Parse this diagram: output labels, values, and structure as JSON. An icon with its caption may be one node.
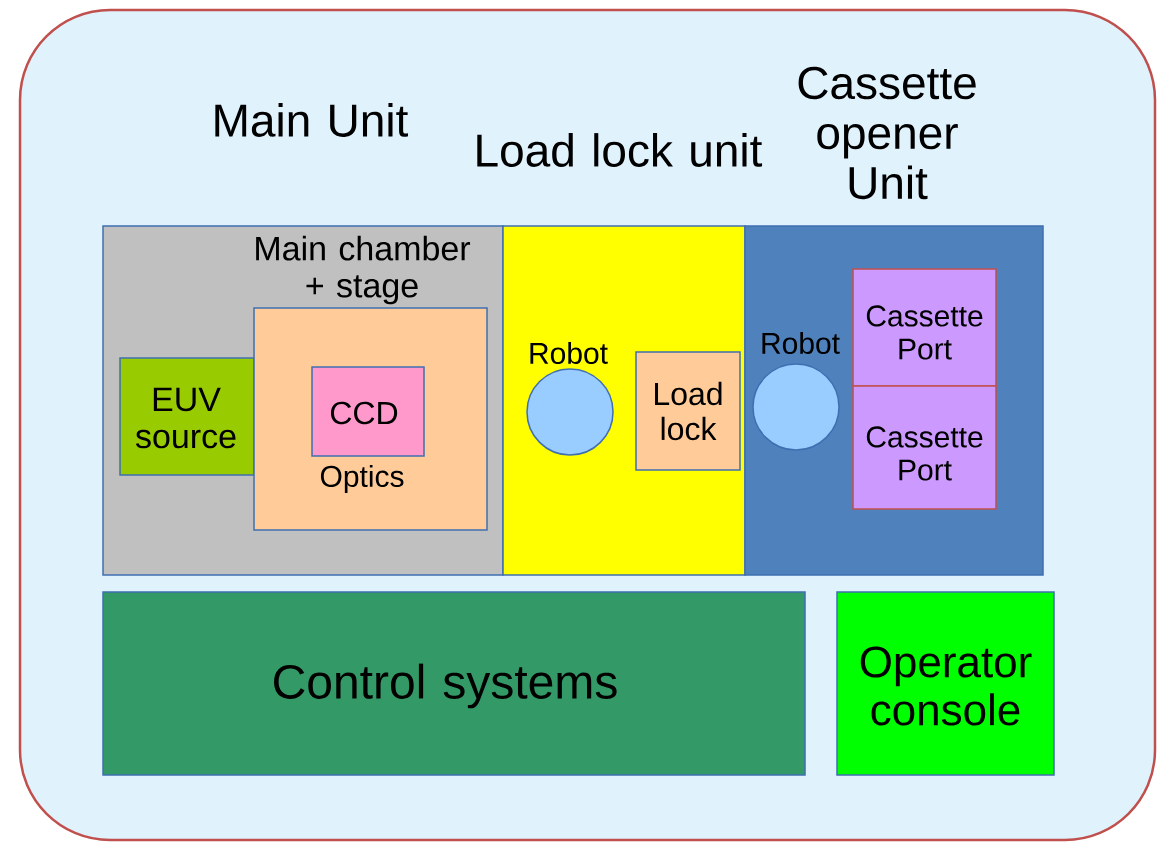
{
  "diagram": {
    "nodes": [
      {
        "text": [],
        "shape": "box"
      },
      {
        "text": [
          "Main  Unit"
        ],
        "in": 0
      },
      {
        "text": [
          "EUV source"
        ],
        "in": 1
      },
      {
        "text": [
          "Main chamber + stage",
          "Optics"
        ],
        "in": 1
      },
      {
        "text": [
          "CCD"
        ],
        "in": 3
      },
      {
        "text": [
          "Load lock unit"
        ],
        "in": 0
      },
      {
        "text": [],
        "shape": "circle",
        "beside": [
          "Robot"
        ],
        "in": 5
      },
      {
        "text": [
          "Load lock"
        ],
        "in": 5
      },
      {
        "text": [
          "Cassette opener Unit"
        ],
        "in": 0
      },
      {
        "text": [],
        "shape": "circle",
        "beside": [
          "Robot"
        ],
        "in": 8
      },
      {
        "text": [
          "Cassette Port"
        ],
        "in": 8
      },
      {
        "text": [
          "Cassette Port"
        ],
        "in": 8
      },
      {
        "text": [
          "Control systems"
        ],
        "in": 0
      },
      {
        "text": [
          "Operator console"
        ],
        "in": 0
      }
    ]
  }
}
